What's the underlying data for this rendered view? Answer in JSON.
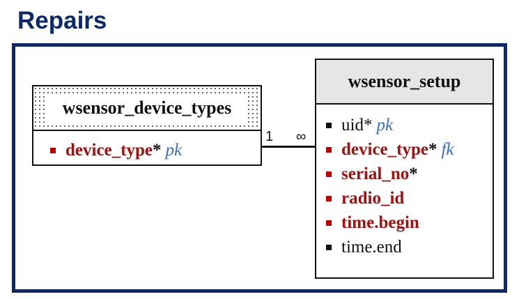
{
  "title": "Repairs",
  "entities": {
    "device_types": {
      "name": "wsensor_device_types",
      "attributes": [
        {
          "name": "device_type",
          "required": "*",
          "key": "pk"
        }
      ]
    },
    "setup": {
      "name": "wsensor_setup",
      "attributes": [
        {
          "name": "uid",
          "required": "*",
          "key": "pk"
        },
        {
          "name": "device_type",
          "required": "*",
          "key": "fk"
        },
        {
          "name": "serial_no",
          "required": "*",
          "key": ""
        },
        {
          "name": "radio_id",
          "required": "",
          "key": ""
        },
        {
          "name": "time.begin",
          "required": "",
          "key": ""
        },
        {
          "name": "time.end",
          "required": "",
          "key": ""
        }
      ]
    }
  },
  "relationship": {
    "left_cardinality": "1",
    "right_cardinality": "∞"
  },
  "colors": {
    "title": "#0c2a6b",
    "required_attribute": "#a50f0f",
    "key_label": "#3a6fc4",
    "header_fill": "#e6e6e6"
  }
}
